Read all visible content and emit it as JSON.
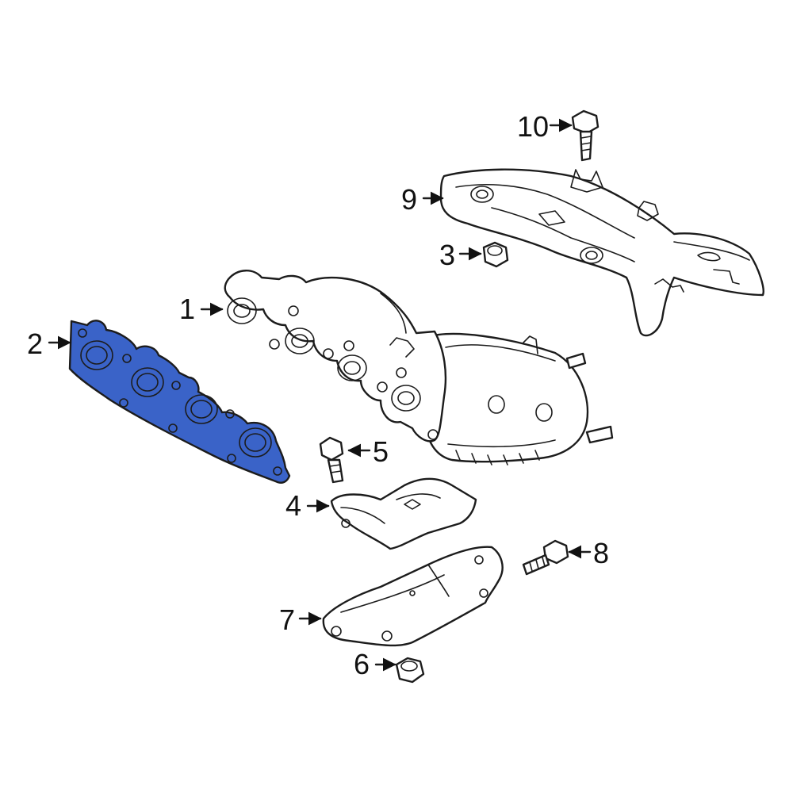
{
  "diagram": {
    "highlight_color": "#3A63C8",
    "line_color": "#1c1c1c",
    "highlighted_part": "2",
    "callouts": [
      {
        "id": "c1",
        "label": "1"
      },
      {
        "id": "c2",
        "label": "2"
      },
      {
        "id": "c3",
        "label": "3"
      },
      {
        "id": "c4",
        "label": "4"
      },
      {
        "id": "c5",
        "label": "5"
      },
      {
        "id": "c6",
        "label": "6"
      },
      {
        "id": "c7",
        "label": "7"
      },
      {
        "id": "c8",
        "label": "8"
      },
      {
        "id": "c9",
        "label": "9"
      },
      {
        "id": "c10",
        "label": "10"
      }
    ]
  }
}
